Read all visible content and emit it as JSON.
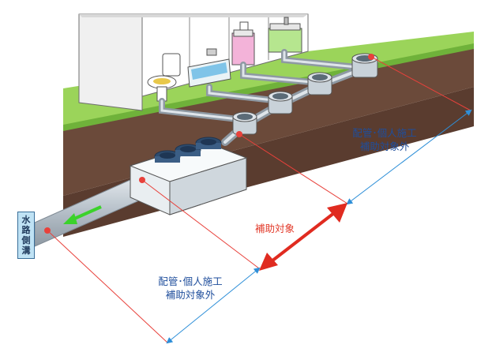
{
  "labels": {
    "outside_top_line1": "配管･個人施工",
    "outside_top_line2": "補助対象外",
    "subsidy_target": "補助対象",
    "outside_bottom_line1": "配管･個人施工",
    "outside_bottom_line2": "補助対象外",
    "ditch_chars": [
      "水",
      "路",
      "側",
      "溝"
    ]
  },
  "colors": {
    "red_line": "#e8413b",
    "blue_line": "#2e8fd8",
    "red_arrow": "#e02b20",
    "ground": "#6b4a3a",
    "lawn": "#9bd45a",
    "wall": "#ffffff",
    "pipe": "#b9c3cc",
    "flow_arrow": "#3bd22b"
  }
}
